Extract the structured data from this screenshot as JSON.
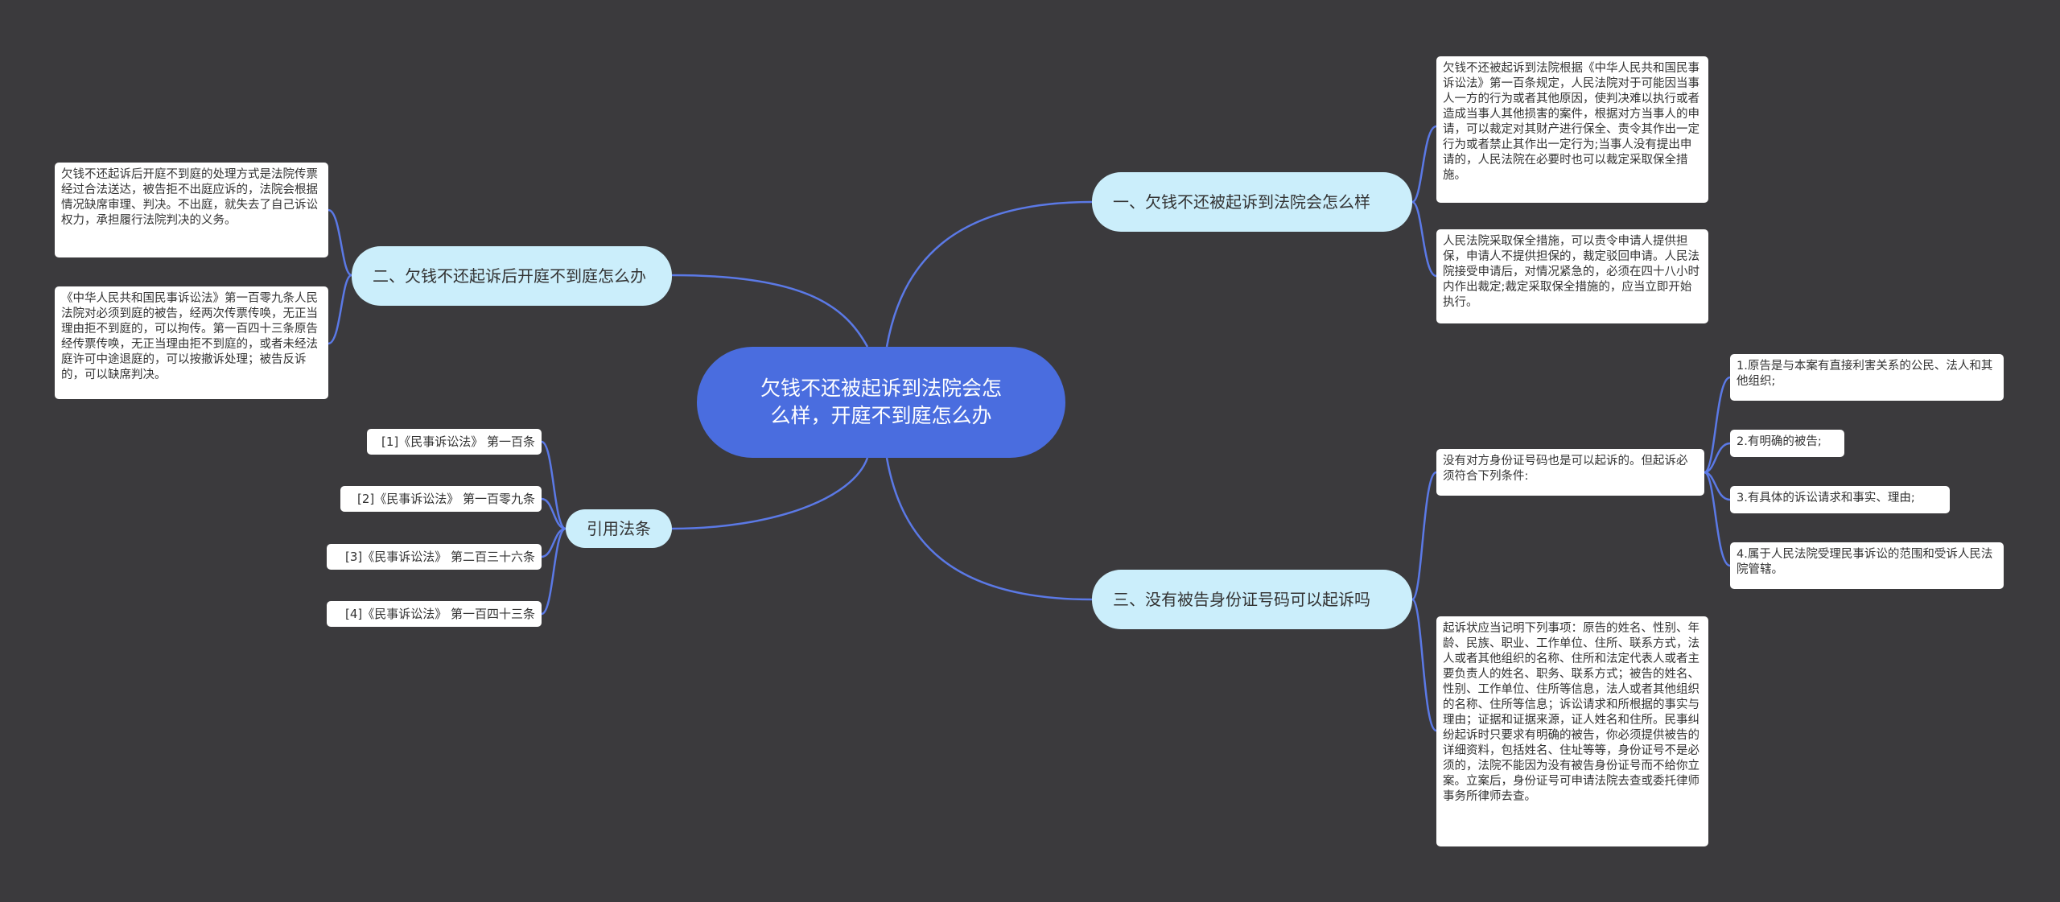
{
  "root": {
    "title": "欠钱不还被起诉到法院会怎么样，开庭不到庭怎么办"
  },
  "branches": {
    "b1": {
      "label": "一、欠钱不还被起诉到法院会怎么样",
      "details": [
        "欠钱不还被起诉到法院根据《中华人民共和国民事诉讼法》第一百条规定，人民法院对于可能因当事人一方的行为或者其他原因，使判决难以执行或者造成当事人其他损害的案件，根据对方当事人的申请，可以裁定对其财产进行保全、责令其作出一定行为或者禁止其作出一定行为;当事人没有提出申请的，人民法院在必要时也可以裁定采取保全措施。",
        "人民法院采取保全措施，可以责令申请人提供担保，申请人不提供担保的，裁定驳回申请。人民法院接受申请后，对情况紧急的，必须在四十八小时内作出裁定;裁定采取保全措施的，应当立即开始执行。"
      ]
    },
    "b2": {
      "label": "二、欠钱不还起诉后开庭不到庭怎么办",
      "details": [
        "欠钱不还起诉后开庭不到庭的处理方式是法院传票经过合法送达，被告拒不出庭应诉的，法院会根据情况缺席审理、判决。不出庭，就失去了自己诉讼权力，承担履行法院判决的义务。",
        "《中华人民共和国民事诉讼法》第一百零九条人民法院对必须到庭的被告，经两次传票传唤，无正当理由拒不到庭的，可以拘传。第一百四十三条原告经传票传唤，无正当理由拒不到庭的，或者未经法庭许可中途退庭的，可以按撤诉处理；被告反诉的，可以缺席判决。"
      ]
    },
    "b3": {
      "label": "三、没有被告身份证号码可以起诉吗",
      "intro": "没有对方身份证号码也是可以起诉的。但起诉必须符合下列条件:",
      "conditions": [
        "1.原告是与本案有直接利害关系的公民、法人和其他组织;",
        "2.有明确的被告;",
        "3.有具体的诉讼请求和事实、理由;",
        "4.属于人民法院受理民事诉讼的范围和受诉人民法院管辖。"
      ],
      "detail": "起诉状应当记明下列事项：原告的姓名、性别、年龄、民族、职业、工作单位、住所、联系方式，法人或者其他组织的名称、住所和法定代表人或者主要负责人的姓名、职务、联系方式；被告的姓名、性别、工作单位、住所等信息，法人或者其他组织的名称、住所等信息；诉讼请求和所根据的事实与理由；证据和证据来源，证人姓名和住所。民事纠纷起诉时只要求有明确的被告，你必须提供被告的详细资料，包括姓名、住址等等，身份证号不是必须的，法院不能因为没有被告身份证号而不给你立案。立案后，身份证号可申请法院去查或委托律师事务所律师去查。"
    },
    "b4": {
      "label": "引用法条",
      "items": [
        "[1]《民事诉讼法》 第一百条",
        "[2]《民事诉讼法》 第一百零九条",
        "[3]《民事诉讼法》 第二百三十六条",
        "[4]《民事诉讼法》 第一百四十三条"
      ]
    }
  },
  "colors": {
    "background": "#3b3a3d",
    "root": "#4a6ddf",
    "branch": "#cbeefb",
    "connector": "#5b79e6",
    "leaf": "#ffffff"
  }
}
